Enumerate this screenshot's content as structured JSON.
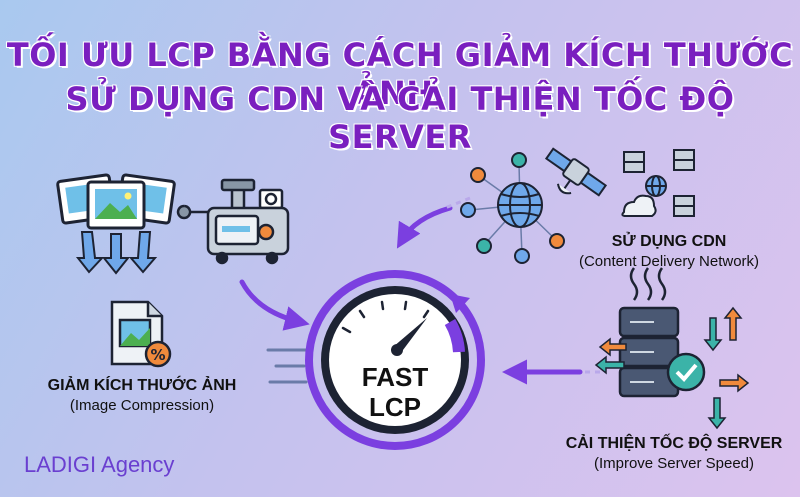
{
  "title": {
    "line1": "TỐI ƯU LCP BẰNG CÁCH GIẢM KÍCH THƯỚC ẢNH,",
    "line2": "SỬ DỤNG CDN VÀ CẢI THIỆN TỐC ĐỘ SERVER"
  },
  "center": {
    "line1": "FAST",
    "line2": "LCP"
  },
  "items": [
    {
      "title": "GIẢM KÍCH THƯỚC ẢNH",
      "subtitle": "(Image Compression)"
    },
    {
      "title": "SỬ DỤNG CDN",
      "subtitle": "(Content Delivery Network)"
    },
    {
      "title": "CẢI THIỆN TỐC ĐỘ SERVER",
      "subtitle": "(Improve Server Speed)"
    }
  ],
  "brand": "LADIGI Agency",
  "icons": [
    "photos-icon",
    "down-arrows-icon",
    "compressor-icon",
    "image-file-percent-icon",
    "network-globe-icon",
    "satellite-icon",
    "cdn-servers-icon",
    "server-check-icon",
    "speedometer-icon"
  ],
  "colors": {
    "title": "#7a1fbf",
    "accent": "#7b3fe0",
    "dark": "#1d2333",
    "teal": "#3bb3a8",
    "orange": "#f08a3c"
  }
}
